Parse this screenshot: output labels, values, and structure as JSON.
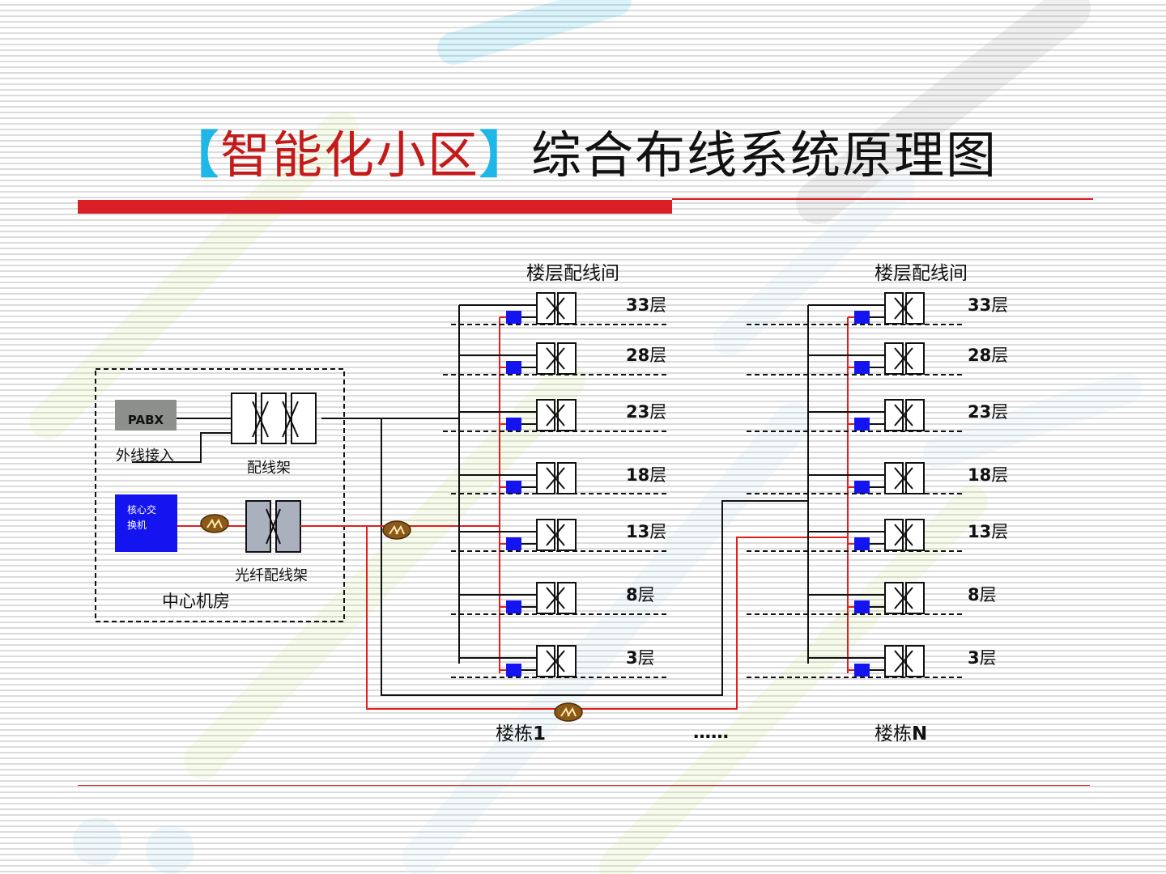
{
  "title": {
    "open_bracket": "【",
    "highlight": "智能化小区",
    "close_bracket": "】",
    "rest": "综合布线系统原理图"
  },
  "center_room": {
    "label": "中心机房",
    "pabx": "PABX",
    "external_line": "外线接入",
    "patch_panel": "配线架",
    "core_switch": "核心交换机",
    "fiber_panel": "光纤配线架"
  },
  "buildings": [
    {
      "name": "楼栋1",
      "closet_label": "楼层配线间",
      "floors": [
        "33层",
        "28层",
        "23层",
        "18层",
        "13层",
        "8层",
        "3层"
      ]
    },
    {
      "name": "楼栋N",
      "closet_label": "楼层配线间",
      "floors": [
        "33层",
        "28层",
        "23层",
        "18层",
        "13层",
        "8层",
        "3层"
      ]
    }
  ],
  "ellipsis": "……",
  "colors": {
    "accent_red": "#d71f25",
    "title_red": "#c41a1a",
    "bracket_blue": "#1fb6e8",
    "switch_blue": "#1414f0",
    "pabx_gray": "#8c8f8c",
    "fiber_gray": "#aab0be",
    "fiber_line": "#e02020"
  }
}
